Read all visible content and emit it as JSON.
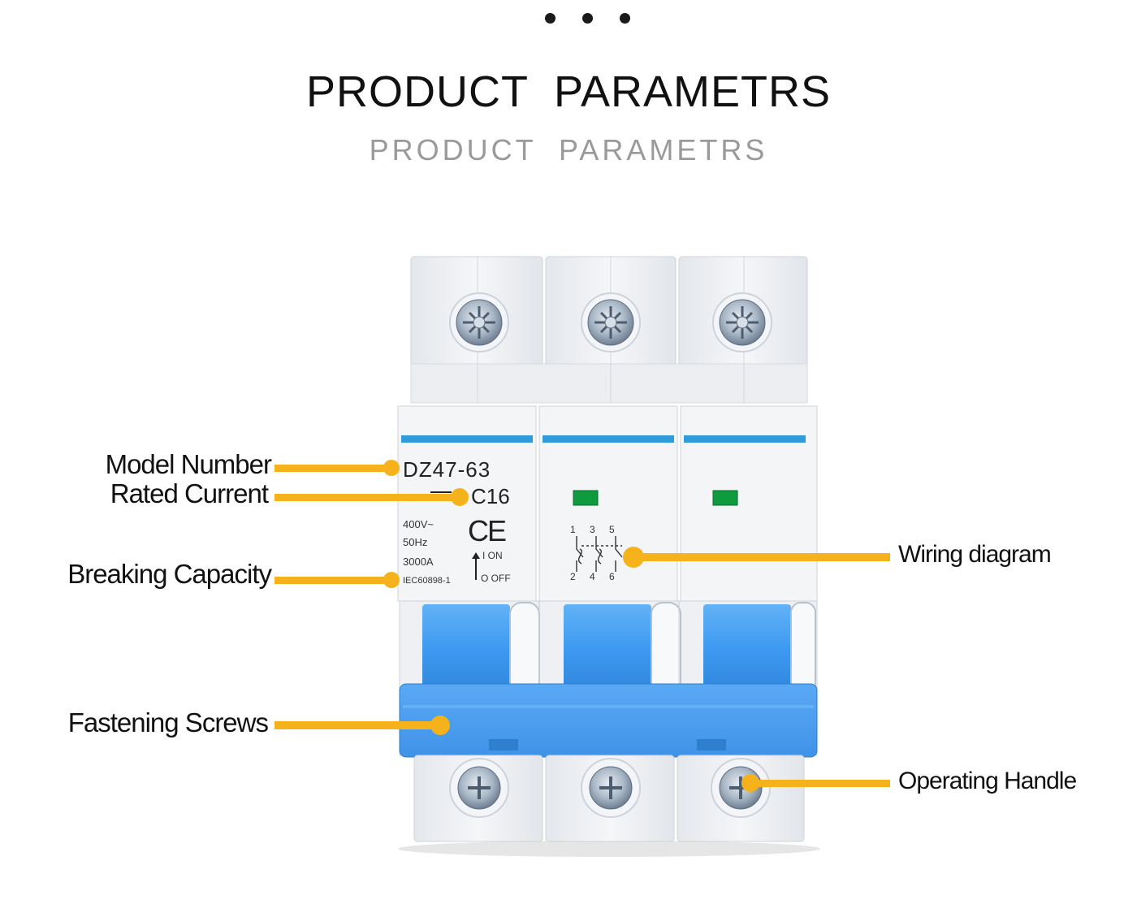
{
  "header": {
    "title": "PRODUCT  PARAMETRS",
    "subtitle": "PRODUCT  PARAMETRS"
  },
  "device": {
    "model": "DZ47-63",
    "rating": "C16",
    "ce_mark": "CE",
    "specs": [
      "400V~",
      "50Hz",
      "3000A",
      "IEC60898-1"
    ],
    "switch_on": "I  ON",
    "switch_off": "O OFF",
    "terminal_top": [
      "1",
      "3",
      "5"
    ],
    "terminal_bottom": [
      "2",
      "4",
      "6"
    ]
  },
  "callouts": {
    "model_number": "Model Number",
    "rated_current": "Rated Current",
    "breaking_capacity": "Breaking Capacity",
    "fastening_screws": "Fastening Screws",
    "wiring_diagram": "Wiring diagram",
    "operating_handle": "Operating Handle"
  },
  "colors": {
    "callout": "#f6b21b",
    "handle_blue": "#3d9af0",
    "stripe_blue": "#2f9bd8",
    "indicator": "#0e9b3e",
    "body": "#eff1f4"
  }
}
